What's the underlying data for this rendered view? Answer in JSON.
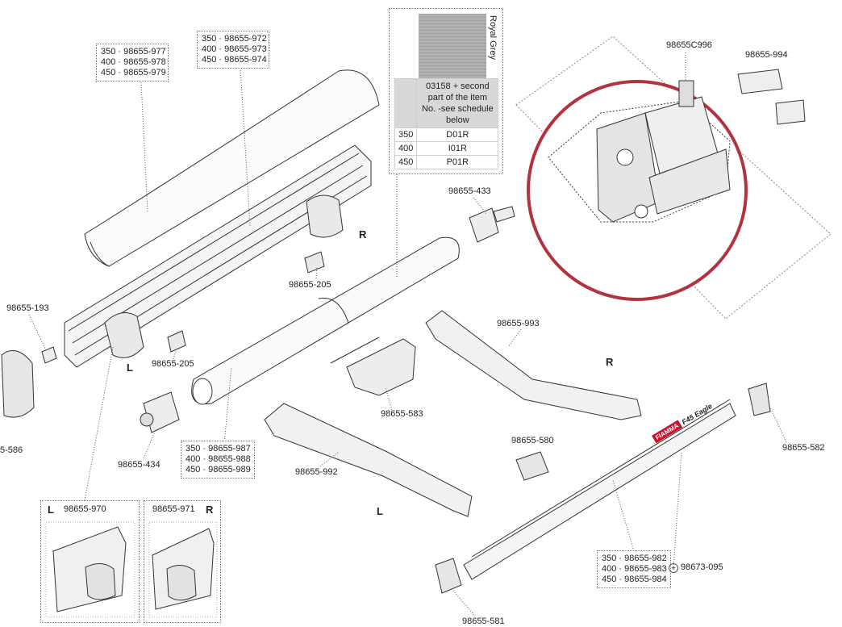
{
  "callouts": [
    {
      "id": "front-cover",
      "lines": [
        "350 · 98655-977",
        "400 · 98655-978",
        "450 · 98655-979"
      ]
    },
    {
      "id": "case-profile",
      "lines": [
        "350 · 98655-972",
        "400 · 98655-973",
        "450 · 98655-974"
      ]
    },
    {
      "id": "roller-tube",
      "lines": [
        "350 · 98655-987",
        "400 · 98655-988",
        "450 · 98655-989"
      ]
    },
    {
      "id": "front-bar",
      "lines": [
        "350 · 98655-982",
        "400 · 98655-983",
        "450 · 98655-984"
      ]
    }
  ],
  "part_labels": {
    "p193": "98655-193",
    "p205a": "98655-205",
    "p205b": "98655-205",
    "p433": "98655-433",
    "p434": "98655-434",
    "p586": "5-586",
    "p583": "98655-583",
    "p580": "98655-580",
    "p582": "98655-582",
    "p581": "98655-581",
    "p992": "98655-992",
    "p993": "98655-993",
    "pC996": "98655C996",
    "p994": "98655-994",
    "p970": "98655-970",
    "p971": "98655-971",
    "p095": "98673-095"
  },
  "sides": {
    "r1": "R",
    "r2": "R",
    "l1": "L",
    "l2": "L",
    "l3": "L",
    "r3": "R"
  },
  "fabric": {
    "name": "Royal Grey",
    "header": "03158 + second part of the item No. -see schedule below",
    "rows": [
      {
        "size": "350",
        "code": "D01R"
      },
      {
        "size": "400",
        "code": "I01R"
      },
      {
        "size": "450",
        "code": "P01R"
      }
    ]
  },
  "brand": {
    "logo": "FIAMMA",
    "model": "F45 Eagle"
  },
  "colors": {
    "highlight_ring": "#b3323f",
    "line": "#333333",
    "light_fill": "#f2f2f2"
  }
}
